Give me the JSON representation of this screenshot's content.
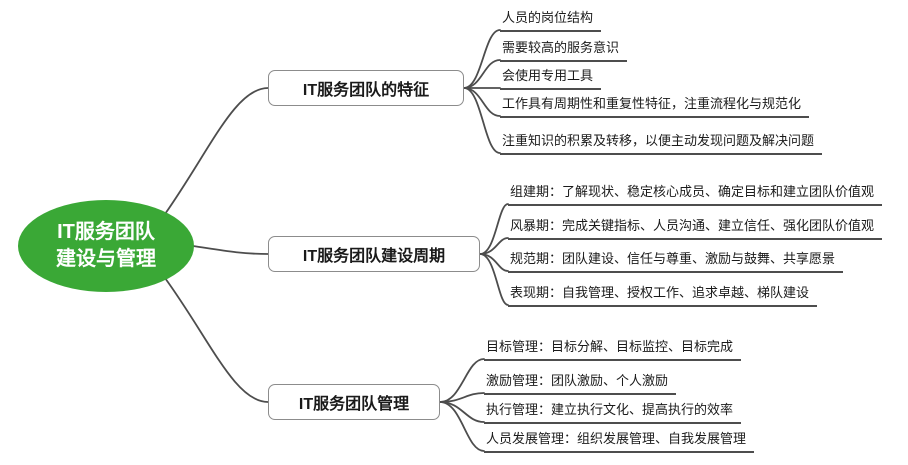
{
  "root": {
    "label": "IT服务团队\n建设与管理"
  },
  "branches": [
    {
      "label": "IT服务团队的特征",
      "leaves": [
        "人员的岗位结构",
        "需要较高的服务意识",
        "会使用专用工具",
        "工作具有周期性和重复性特征，注重流程化与规范化",
        "注重知识的积累及转移，以便主动发现问题及解决问题"
      ]
    },
    {
      "label": "IT服务团队建设周期",
      "leaves": [
        "组建期：了解现状、稳定核心成员、确定目标和建立团队价值观",
        "风暴期：完成关键指标、人员沟通、建立信任、强化团队价值观",
        "规范期：团队建设、信任与尊重、激励与鼓舞、共享愿景",
        "表现期：自我管理、授权工作、追求卓越、梯队建设"
      ]
    },
    {
      "label": "IT服务团队管理",
      "leaves": [
        "目标管理：目标分解、目标监控、目标完成",
        "激励管理：团队激励、个人激励",
        "执行管理：建立执行文化、提高执行的效率",
        "人员发展管理：组织发展管理、自我发展管理"
      ]
    }
  ],
  "colors": {
    "root_green": "#3aa836",
    "root_text": "#ffffff",
    "line": "#4d4d4d",
    "branch_border": "#8c8c8c",
    "text": "#1a1a1a"
  }
}
